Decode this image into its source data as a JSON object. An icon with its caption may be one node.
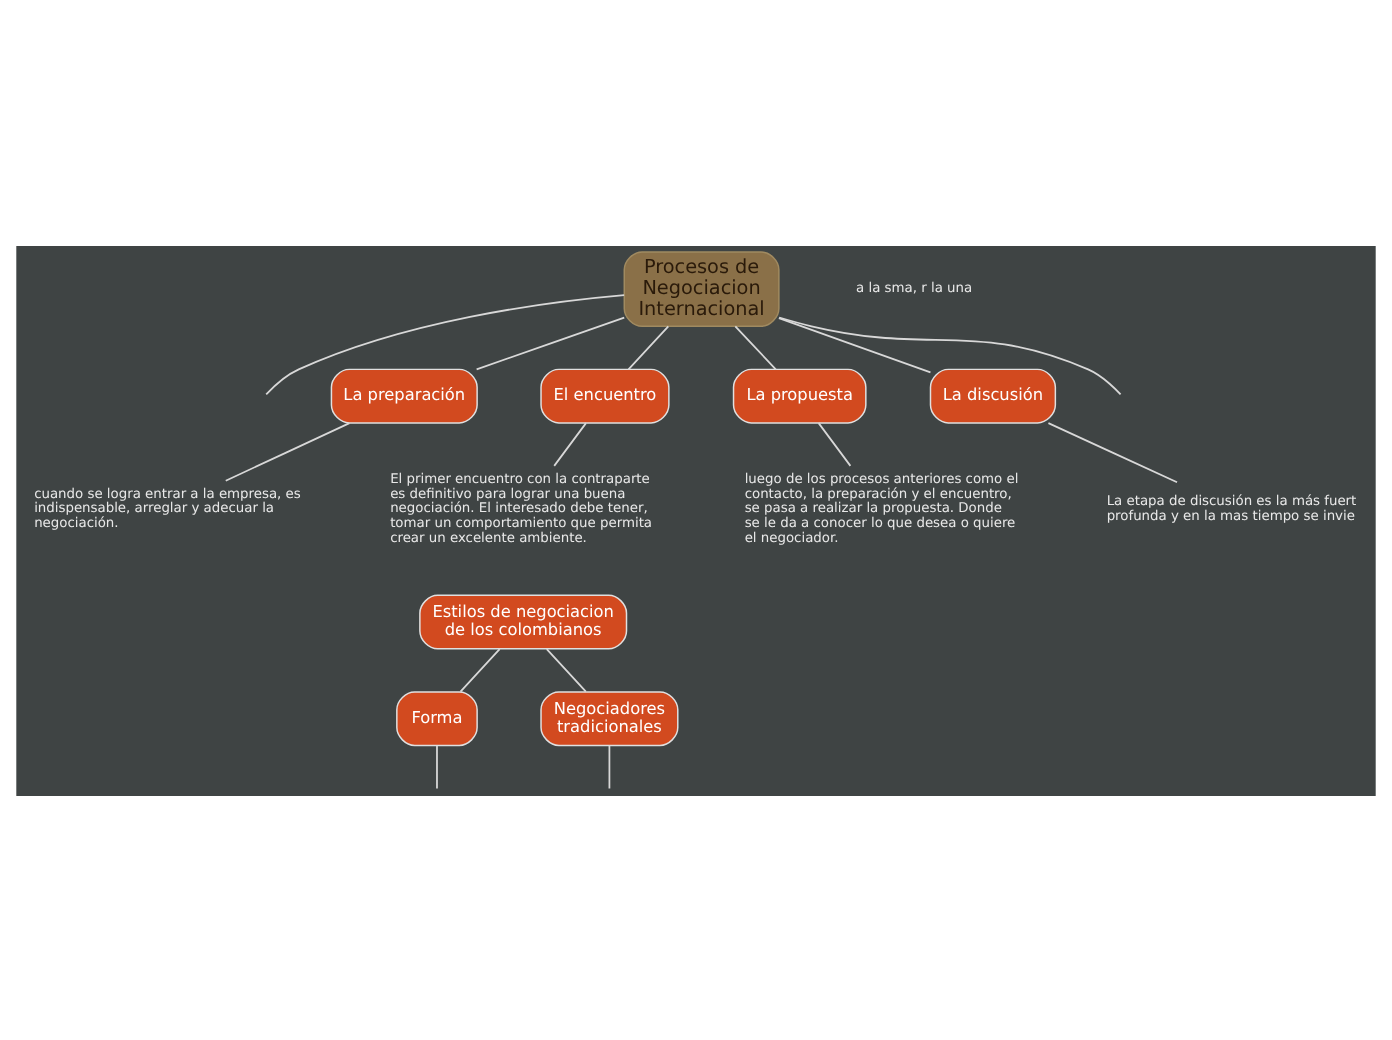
{
  "diagram": {
    "nodes": [
      {
        "text": [
          "Procesos de Negociacion Internacional"
        ]
      },
      {
        "text": [
          "La preparación"
        ]
      },
      {
        "text": [
          "cuando se logra entrar a la empresa, es indispensable, arreglar y adecuar la negociación."
        ]
      },
      {
        "text": [
          "El encuentro"
        ]
      },
      {
        "text": [
          "El primer encuentro con la contraparte es definitivo para lograr una buena negociación. El interesado debe tener, tomar un comportamiento que permita crear un excelente ambiente."
        ]
      },
      {
        "text": [
          "La propuesta"
        ]
      },
      {
        "text": [
          "luego de los procesos anteriores como el contacto, la preparación y el encuentro, se pasa a realizar la propuesta. Donde se le da a conocer lo que desea o quiere el negociador."
        ]
      },
      {
        "text": [
          "La discusión"
        ]
      },
      {
        "text": [
          "La etapa de discusión es la más fuert profunda y en la mas tiempo se invie"
        ]
      },
      {
        "text": [
          "Estilos de negociacion de los colombianos"
        ]
      },
      {
        "text": [
          "Forma"
        ]
      },
      {
        "text": [
          "Negociadores tradicionales"
        ]
      }
    ],
    "edges": [
      {
        "from": 0,
        "to": null,
        "arrow": "none"
      },
      {
        "from": 0,
        "to": 1,
        "arrow": "none"
      },
      {
        "from": 1,
        "to": 2,
        "arrow": "none"
      },
      {
        "from": 0,
        "to": 3,
        "arrow": "none"
      },
      {
        "from": 3,
        "to": 4,
        "arrow": "none"
      },
      {
        "from": 0,
        "to": 5,
        "arrow": "none"
      },
      {
        "from": 5,
        "to": 6,
        "arrow": "none"
      },
      {
        "from": 0,
        "to": 7,
        "arrow": "none"
      },
      {
        "from": 7,
        "to": 8,
        "arrow": "none"
      },
      {
        "from": 0,
        "to": null,
        "arrow": "none"
      },
      {
        "from": 9,
        "to": 10,
        "arrow": "none"
      },
      {
        "from": 9,
        "to": 11,
        "arrow": "none"
      },
      {
        "from": 10,
        "to": null,
        "arrow": "none"
      },
      {
        "from": 11,
        "to": null,
        "arrow": "none"
      }
    ],
    "labels": [
      "a la sma, r la una"
    ]
  }
}
